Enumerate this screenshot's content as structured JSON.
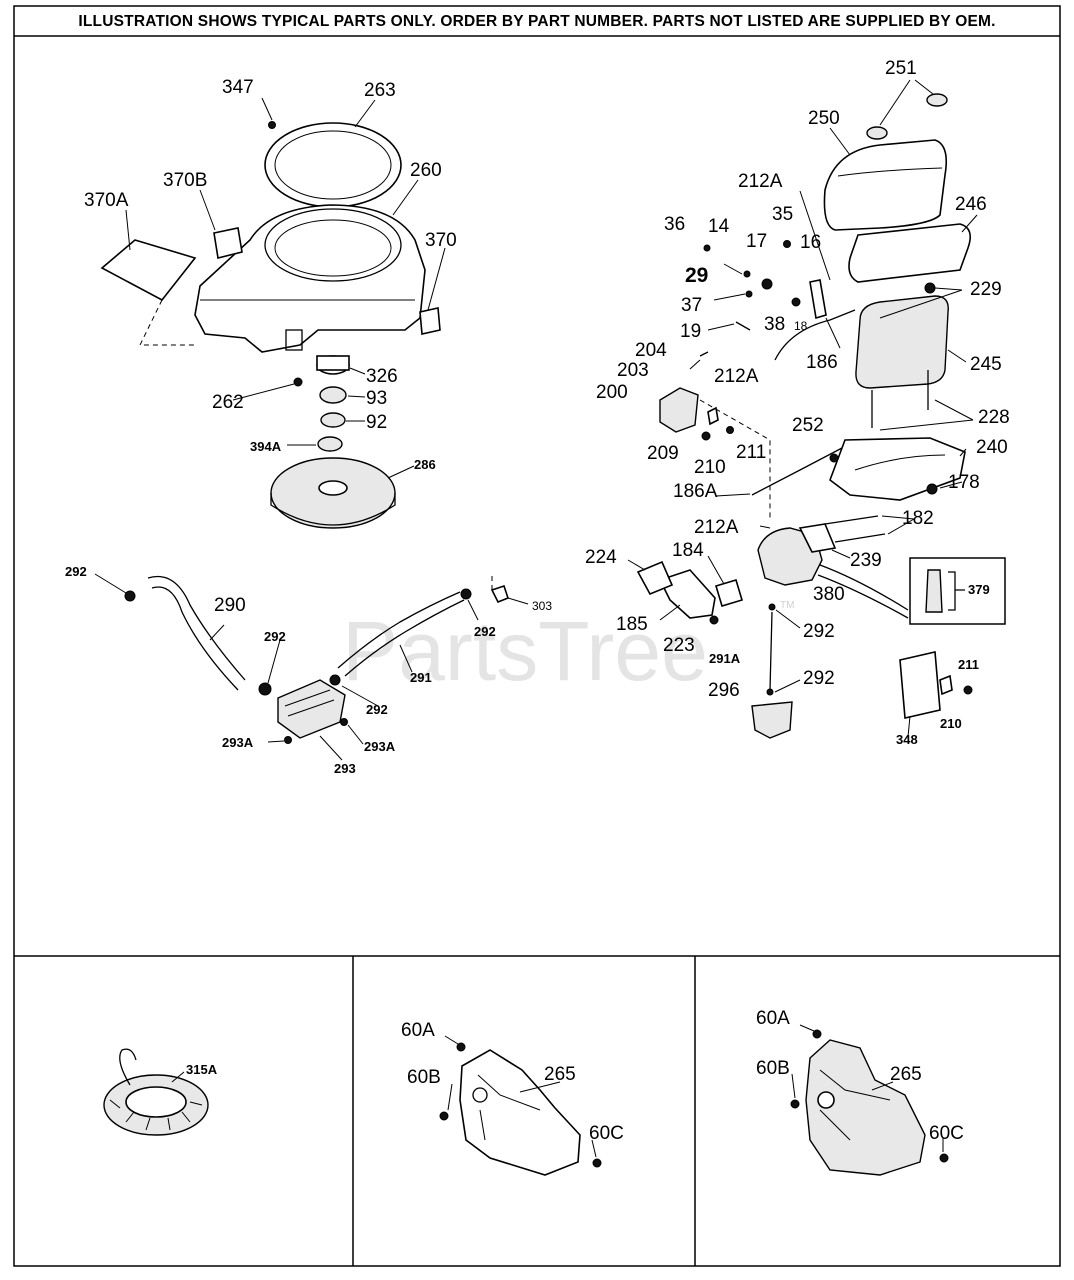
{
  "header_note": "ILLUSTRATION SHOWS TYPICAL PARTS ONLY. ORDER BY PART NUMBER.  PARTS NOT LISTED ARE SUPPLIED BY OEM.",
  "watermark": {
    "text": "PartsTree",
    "trademark": "TM"
  },
  "labels": {
    "p347": "347",
    "p263": "263",
    "p260": "260",
    "p370A": "370A",
    "p370B": "370B",
    "p370": "370",
    "p326": "326",
    "p262": "262",
    "p93": "93",
    "p92": "92",
    "p394A": "394A",
    "p286": "286",
    "p251": "251",
    "p250": "250",
    "p212A_top": "212A",
    "p246": "246",
    "p36": "36",
    "p14": "14",
    "p35": "35",
    "p17": "17",
    "p16": "16",
    "p29": "29",
    "p229": "229",
    "p37": "37",
    "p38": "38",
    "p18": "18",
    "p19": "19",
    "p186": "186",
    "p245": "245",
    "p204": "204",
    "p203": "203",
    "p212A_mid": "212A",
    "p200": "200",
    "p228": "228",
    "p252": "252",
    "p240": "240",
    "p209": "209",
    "p211": "211",
    "p210": "210",
    "p178": "178",
    "p186A": "186A",
    "p212A_low": "212A",
    "p182": "182",
    "p224": "224",
    "p184": "184",
    "p239": "239",
    "p380": "380",
    "p379": "379",
    "p185": "185",
    "p223": "223",
    "p292_carb": "292",
    "p291A": "291A",
    "p296": "296",
    "p292_filter": "292",
    "p211_b": "211",
    "p210_b": "210",
    "p348": "348",
    "p292_left": "292",
    "p290": "290",
    "p292_hose": "292",
    "p291": "291",
    "p292_pump": "292",
    "p303": "303",
    "p293A_left": "293A",
    "p293A_right": "293A",
    "p293": "293"
  },
  "panels": [
    {
      "part": "315A"
    },
    {
      "top": "60A",
      "side": "60B",
      "main": "265",
      "bolt": "60C"
    },
    {
      "top": "60A",
      "side": "60B",
      "main": "265",
      "bolt": "60C"
    }
  ]
}
